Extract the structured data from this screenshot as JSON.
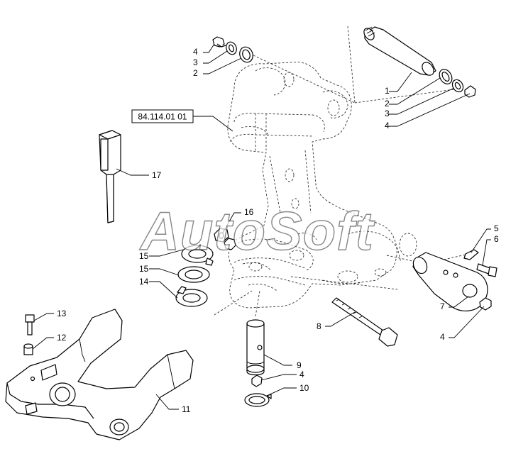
{
  "diagram": {
    "reference_box": "84.114.01 01",
    "watermark": "AutoSoft",
    "callouts": [
      {
        "id": "c4a",
        "label": "4"
      },
      {
        "id": "c3a",
        "label": "3"
      },
      {
        "id": "c2a",
        "label": "2"
      },
      {
        "id": "c1",
        "label": "1"
      },
      {
        "id": "c2b",
        "label": "2"
      },
      {
        "id": "c3b",
        "label": "3"
      },
      {
        "id": "c4b",
        "label": "4"
      },
      {
        "id": "c17",
        "label": "17"
      },
      {
        "id": "c16",
        "label": "16"
      },
      {
        "id": "c15a",
        "label": "15"
      },
      {
        "id": "c15b",
        "label": "15"
      },
      {
        "id": "c14",
        "label": "14"
      },
      {
        "id": "c5",
        "label": "5"
      },
      {
        "id": "c6",
        "label": "6"
      },
      {
        "id": "c7",
        "label": "7"
      },
      {
        "id": "c4c",
        "label": "4"
      },
      {
        "id": "c8",
        "label": "8"
      },
      {
        "id": "c13",
        "label": "13"
      },
      {
        "id": "c12",
        "label": "12"
      },
      {
        "id": "c9",
        "label": "9"
      },
      {
        "id": "c4d",
        "label": "4"
      },
      {
        "id": "c10",
        "label": "10"
      },
      {
        "id": "c11",
        "label": "11"
      }
    ]
  }
}
